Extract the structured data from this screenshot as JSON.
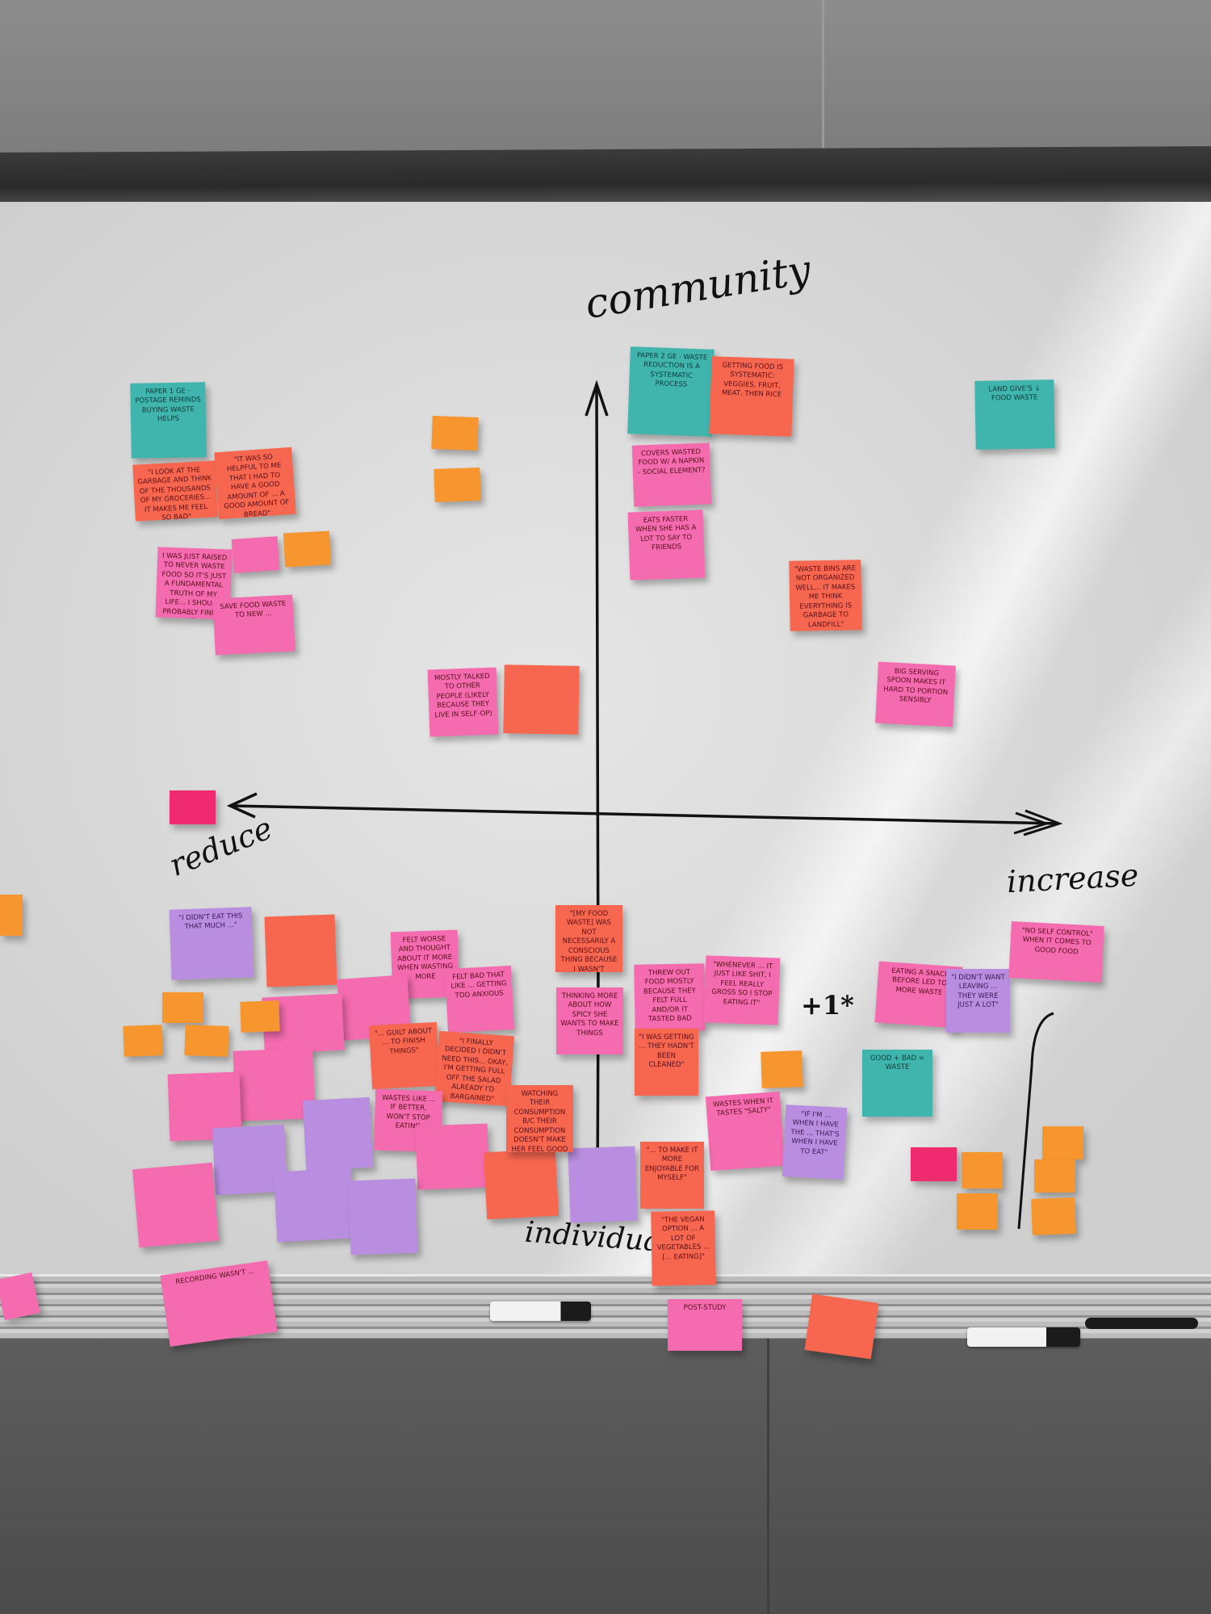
{
  "axes": {
    "top_label": "community",
    "bottom_label": "individual",
    "left_label": "reduce",
    "right_label": "increase",
    "annotation": "+1*"
  },
  "notes": [
    {
      "text": "Paper 1 GE · POSTAGE REMINDS BUYING WASTE HELPS"
    },
    {
      "text": "\"I look at the garbage and think of the thousands of my groceries... it makes me feel so bad\""
    },
    {
      "text": "\"It was so helpful to me that I had to have a good amount of ... a good amount of bread\""
    },
    {
      "text": ""
    },
    {
      "text": ""
    },
    {
      "text": "I WAS JUST RAISED TO NEVER WASTE FOOD SO IT'S JUST A FUNDAMENTAL TRUTH OF MY LIFE... I SHOULD PROBABLY FINISH IT"
    },
    {
      "text": ""
    },
    {
      "text": ""
    },
    {
      "text": "SAVE FOOD WASTE TO NEW ..."
    },
    {
      "text": "MOSTLY TALKED TO OTHER PEOPLE (LIKELY BECAUSE THEY LIVE IN SELF-OP)"
    },
    {
      "text": ""
    },
    {
      "text": "Paper 2 GE · WASTE REDUCTION IS A SYSTEMATIC PROCESS"
    },
    {
      "text": "getting food is systematic: veggies, fruit, meat, then rice"
    },
    {
      "text": "COVERS WASTED FOOD W/ A NAPKIN - SOCIAL ELEMENT?"
    },
    {
      "text": "EATS FASTER WHEN SHE HAS A LOT TO SAY TO FRIENDS"
    },
    {
      "text": "\"Waste bins are not organized well... it makes me think everything is garbage to landfill\""
    },
    {
      "text": "LAND GIVE'S ↓ FOOD WASTE"
    },
    {
      "text": "BIG SERVING SPOON MAKES IT HARD TO PORTION SENSIBLY"
    },
    {
      "text": ""
    },
    {
      "text": "\"I didn't eat this that much ...\""
    },
    {
      "text": ""
    },
    {
      "text": "FELT WORSE AND THOUGHT ABOUT IT MORE WHEN WASTING MORE"
    },
    {
      "text": "FELT BAD THAT LIKE ... GETTING TOO ANXIOUS"
    },
    {
      "text": ""
    },
    {
      "text": ""
    },
    {
      "text": ""
    },
    {
      "text": ""
    },
    {
      "text": ""
    },
    {
      "text": ""
    },
    {
      "text": "\"... guilt about ... to finish things\""
    },
    {
      "text": "\"I finally decided I didn't need this... okay, I'm getting full off the salad already I'd bargained\""
    },
    {
      "text": ""
    },
    {
      "text": ""
    },
    {
      "text": ""
    },
    {
      "text": "WASTES LIKE ... IF BETTER, WON'T STOP EATING"
    },
    {
      "text": "Watching their consumption b/c their consumption doesn't make her feel good"
    },
    {
      "text": ""
    },
    {
      "text": ""
    },
    {
      "text": ""
    },
    {
      "text": ""
    },
    {
      "text": ""
    },
    {
      "text": ""
    },
    {
      "text": ""
    },
    {
      "text": "\"[my food waste] was not necessarily a conscious thing because I wasn't consciously ... all ... I could\""
    },
    {
      "text": "THINKING MORE ABOUT HOW SPICY SHE WANTS TO MAKE THINGS"
    },
    {
      "text": "THREW OUT FOOD MOSTLY BECAUSE THEY FELT FULL AND/OR IT TASTED BAD"
    },
    {
      "text": "\"WHENEVER ... IT JUST LIKE SHIT, I FEEL REALLY GROSS SO I STOP EATING IT\""
    },
    {
      "text": "\"I was getting ... they hadn't been cleaned\""
    },
    {
      "text": ""
    },
    {
      "text": "WASTES WHEN IT TASTES \"SALTY\""
    },
    {
      "text": "\"If I'm ... when I have the ... that's when I have to eat\""
    },
    {
      "text": "\"... to make it more enjoyable for myself\""
    },
    {
      "text": "\"The vegan option ... a lot of vegetables ... [... eating]\""
    },
    {
      "text": "EATING A SNACK BEFORE LED TO MORE WASTE"
    },
    {
      "text": "\"I didn't want leaving ... they were just a lot\""
    },
    {
      "text": "\"NO SELF CONTROL\" WHEN IT COMES TO GOOD FOOD"
    },
    {
      "text": "GOOD + BAD = WASTE"
    },
    {
      "text": ""
    },
    {
      "text": ""
    },
    {
      "text": ""
    },
    {
      "text": ""
    },
    {
      "text": ""
    },
    {
      "text": ""
    },
    {
      "text": "RECORDING WASN'T ..."
    },
    {
      "text": "POST-STUDY"
    },
    {
      "text": ""
    },
    {
      "text": ""
    },
    {
      "text": ""
    }
  ]
}
